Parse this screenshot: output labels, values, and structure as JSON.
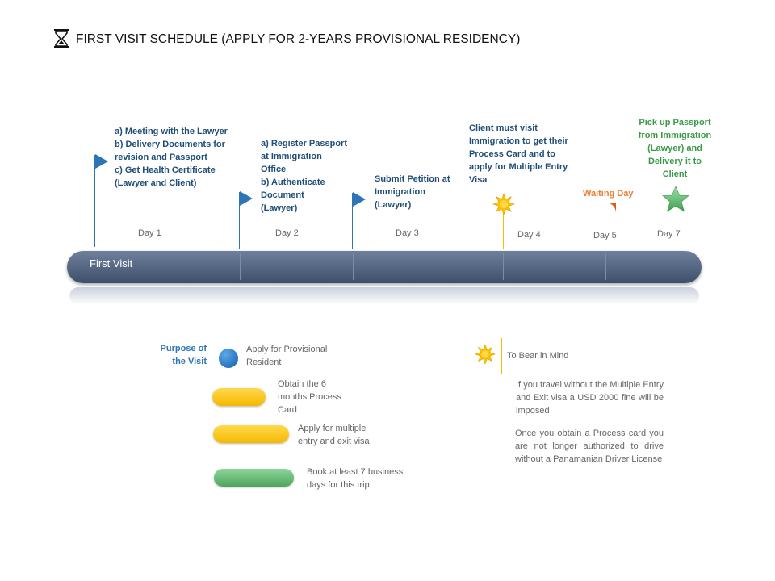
{
  "header": {
    "title": "FIRST VISIT SCHEDULE (APPLY FOR 2-YEARS PROVISIONAL RESIDENCY)"
  },
  "timeline": {
    "bar_label": "First Visit",
    "steps": [
      {
        "day": "Day 1",
        "lines": [
          "a) Meeting with the Lawyer",
          "b) Delivery Documents for",
          "revision and Passport",
          "c) Get Health Certificate",
          "(Lawyer and Client)"
        ]
      },
      {
        "day": "Day 2",
        "lines": [
          "a) Register Passport",
          "at Immigration",
          "Office",
          "b) Authenticate",
          "Document",
          "(Lawyer)"
        ]
      },
      {
        "day": "Day 3",
        "lines": [
          "Submit Petition at",
          "Immigration",
          "(Lawyer)"
        ]
      },
      {
        "day": "Day 4",
        "client_word": "Client",
        "first_line_rest": " must visit",
        "lines": [
          "Immigration to get their",
          "Process Card and to",
          "apply for Multiple Entry",
          "Visa"
        ]
      },
      {
        "day": "Day 5",
        "label": "Waiting Day"
      },
      {
        "day": "Day 7",
        "lines": [
          "Pick up Passport",
          "from Immigration",
          "(Lawyer) and",
          "Delivery it to",
          "Client"
        ]
      }
    ]
  },
  "legend": {
    "purpose_lines": [
      "Purpose of",
      "the Visit"
    ],
    "items": [
      {
        "lines": [
          "Apply for Provisional",
          "Resident"
        ]
      },
      {
        "lines": [
          "Obtain the  6",
          "months Process",
          "Card"
        ]
      },
      {
        "lines": [
          "Apply for multiple",
          "entry and exit visa"
        ]
      },
      {
        "lines": [
          "Book  at  least  7  business",
          "days for this trip."
        ]
      }
    ],
    "bear_in_mind": "To Bear in Mind",
    "notes": [
      "If you travel without the Multiple Entry and Exit visa a USD 2000 fine will be imposed",
      "Once you obtain a Process card you are not longer authorized to drive without a Panamanian Driver License"
    ]
  },
  "colors": {
    "accent": "#2e75b6",
    "step_text": "#1f4e79",
    "waiting": "#ed7d31",
    "pickup": "#3a9a4a",
    "bar": "#4a5a78",
    "yellow": "#ffc000",
    "green": "#5cb96b"
  },
  "icons": [
    "hourglass-icon",
    "flag-icon",
    "sun-icon",
    "drop-icon",
    "star-icon",
    "circle-icon"
  ]
}
